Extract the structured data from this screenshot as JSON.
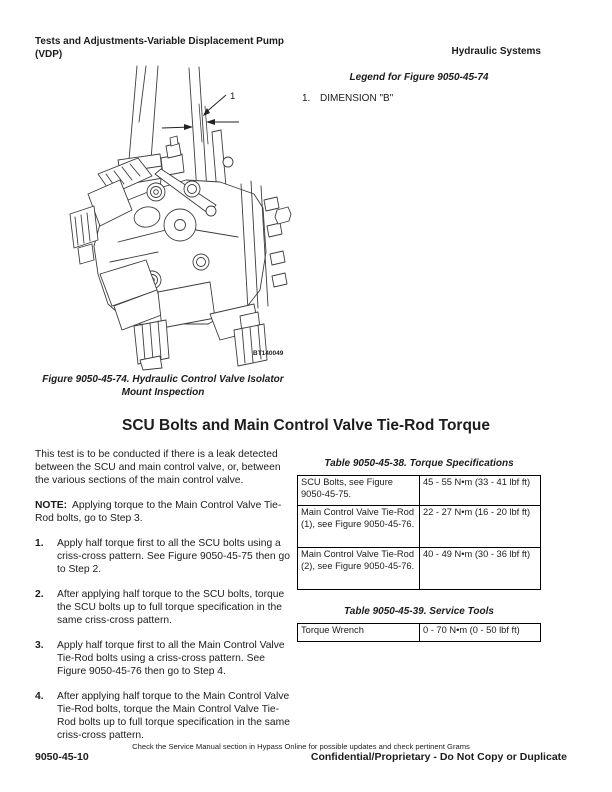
{
  "header": {
    "left_line1": "Tests and Adjustments-Variable Displacement Pump",
    "left_line2": "(VDP)",
    "right": "Hydraulic Systems"
  },
  "legend": {
    "title": "Legend for Figure 9050-45-74",
    "items": [
      {
        "num": "1.",
        "text": "DIMENSION \"B\""
      }
    ]
  },
  "figure": {
    "callout_label": "1",
    "image_code": "BT140049",
    "caption_line1": "Figure 9050-45-74. Hydraulic Control Valve Isolator",
    "caption_line2": "Mount Inspection"
  },
  "section": {
    "title": "SCU Bolts and Main Control Valve Tie-Rod Torque",
    "intro": "This test is to be conducted if there is a leak detected between the SCU and main control valve, or, between the various sections of the main control valve.",
    "note_label": "NOTE:",
    "note_text": "Applying torque to the Main Control Valve Tie-Rod bolts, go to Step 3.",
    "steps": [
      {
        "num": "1.",
        "text": "Apply half torque first to all the SCU bolts using a criss-cross pattern. See Figure 9050-45-75 then go to Step 2."
      },
      {
        "num": "2.",
        "text": "After applying half torque to the SCU bolts, torque the SCU bolts up to full torque specification in the same criss-cross pattern."
      },
      {
        "num": "3.",
        "text": "Apply half torque first to all the Main Control Valve Tie-Rod bolts using a criss-cross pattern. See Figure 9050-45-76 then go to Step 4."
      },
      {
        "num": "4.",
        "text": "After applying half torque to the Main Control Valve Tie-Rod bolts, torque the Main Control Valve Tie-Rod bolts up to full torque specification in the same criss-cross pattern."
      }
    ]
  },
  "tables": [
    {
      "caption": "Table 9050-45-38. Torque Specifications",
      "rows": [
        {
          "label": "SCU Bolts, see Figure 9050-45-75.",
          "value": "45 - 55 N•m (33 - 41 lbf ft)"
        },
        {
          "label": "Main Control Valve Tie-Rod (1), see Figure 9050-45-76.",
          "value": "22 - 27 N•m (16 - 20 lbf ft)"
        },
        {
          "label": "Main Control Valve Tie-Rod (2), see Figure 9050-45-76.",
          "value": "40 - 49 N•m (30 - 36 lbf ft)"
        }
      ]
    },
    {
      "caption": "Table 9050-45-39. Service Tools",
      "rows": [
        {
          "label": "Torque Wrench",
          "value": "0 - 70 N•m (0 - 50 lbf ft)"
        }
      ]
    }
  ],
  "footer": {
    "notice": "Check the Service Manual section in Hypass Online for possible updates and check pertinent Grams",
    "page_number": "9050-45-10",
    "confidential": "Confidential/Proprietary - Do Not Copy or Duplicate"
  }
}
